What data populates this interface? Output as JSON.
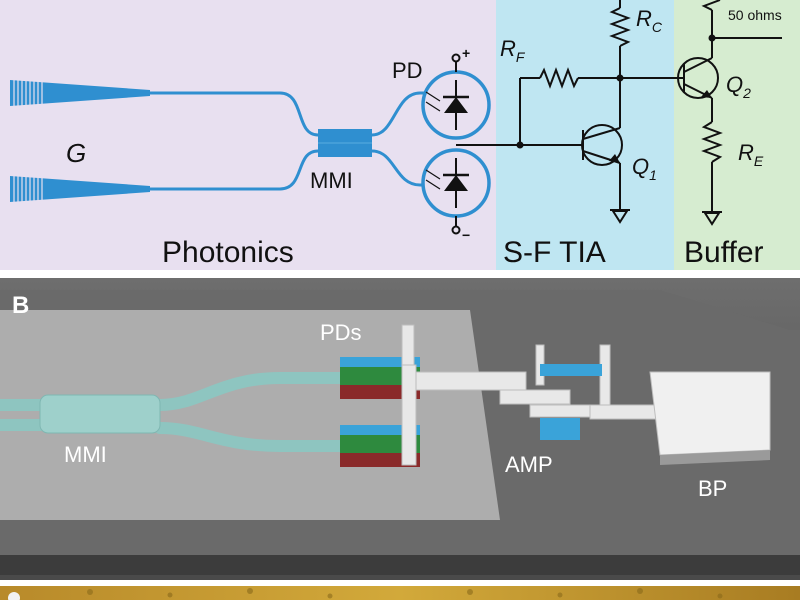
{
  "panel_a": {
    "grating_label": "G",
    "mmi_label": "MMI",
    "pd_label": "PD",
    "pd_plus": "+",
    "pd_minus": "−",
    "rf_main": "R",
    "rf_sub": "F",
    "rc_main": "R",
    "rc_sub": "C",
    "re_main": "R",
    "re_sub": "E",
    "q1_main": "Q",
    "q1_sub": "1",
    "q2_main": "Q",
    "q2_sub": "2",
    "ohms_label": "50 ohms",
    "section_photonics": "Photonics",
    "section_tia": "S-F TIA",
    "section_buffer": "Buffer",
    "colors": {
      "photonics_bg": "#e8e0f0",
      "tia_bg": "#bfe6f2",
      "buffer_bg": "#d6ecd0",
      "waveguide": "#2f8fd0"
    }
  },
  "panel_b": {
    "panel_letter": "B",
    "pds_label": "PDs",
    "mmi_label": "MMI",
    "amp_label": "AMP",
    "bp_label": "BP"
  },
  "panel_c": {
    "colors": {
      "strip": "#c9a032"
    }
  }
}
